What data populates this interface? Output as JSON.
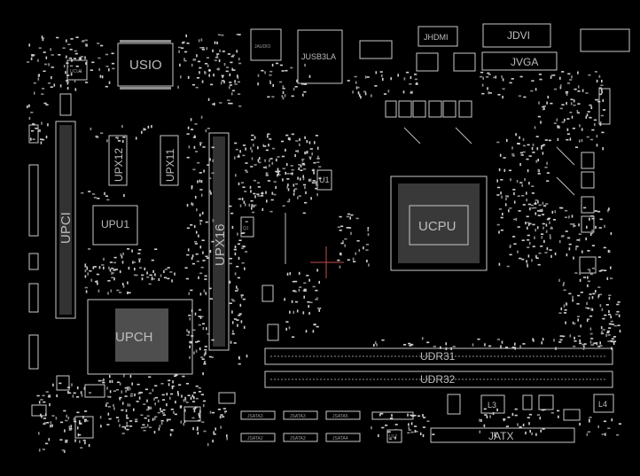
{
  "components": {
    "usio": "USIO",
    "ucu1": "UCU1",
    "jaudio": "JAUDIO",
    "jusb3": "JUSB3LA",
    "jhdmi": "JHDMI",
    "jdvi": "JDVI",
    "jvga": "JVGA",
    "upci": "UPCI",
    "upu1": "UPU1",
    "upx16": "UPX16",
    "upx12": "UPX12",
    "upx11": "UPX11",
    "ucpu": "UCPU",
    "upch": "UPCH",
    "udr31": "UDR31",
    "udr32": "UDR32",
    "jatx": "JATX",
    "l3": "L3",
    "l4": "L4",
    "q1": "Q1",
    "u1": "U1",
    "ul7": "UL7"
  },
  "sata": {
    "row1": [
      "JSATA3",
      "JSATA3",
      "JSATA5"
    ],
    "row2": [
      "JSATA2",
      "JSATA3",
      "JSATA4"
    ]
  }
}
